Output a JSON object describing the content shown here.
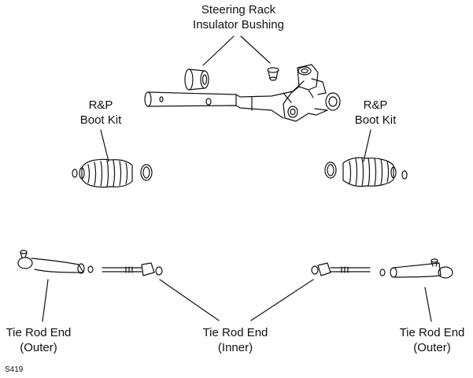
{
  "labels": {
    "bushing": [
      "Steering Rack",
      "Insulator Bushing"
    ],
    "boot_left": [
      "R&P",
      "Boot Kit"
    ],
    "boot_right": [
      "R&P",
      "Boot Kit"
    ],
    "tie_outer_left": [
      "Tie Rod End",
      "(Outer)"
    ],
    "tie_inner": [
      "Tie Rod End",
      "(Inner)"
    ],
    "tie_outer_right": [
      "Tie Rod End",
      "(Outer)"
    ]
  },
  "figure_code": "S419"
}
